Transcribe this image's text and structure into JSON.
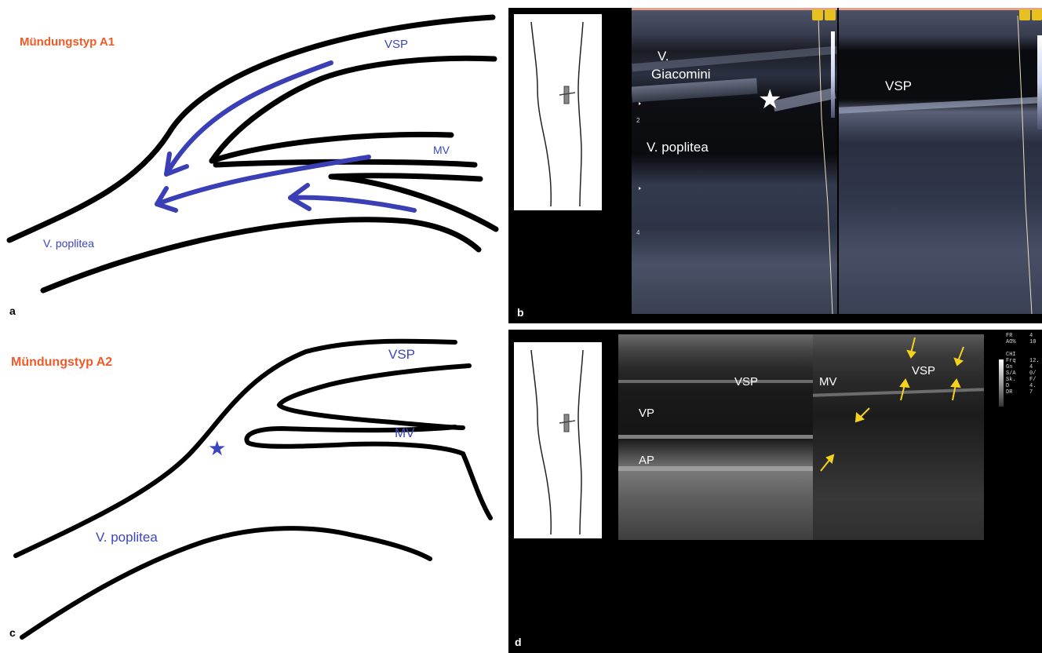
{
  "panel_a": {
    "title": "Mündungstyp A1",
    "label_vsp": "VSP",
    "label_mv": "MV",
    "label_vpop": "V. poplitea",
    "letter": "a"
  },
  "panel_b": {
    "letter": "b",
    "label_vg_1": "V.",
    "label_vg_2": "Giacomini",
    "label_vpop": "V. poplitea",
    "label_vsp": "VSP",
    "depth_2": "2",
    "depth_4": "4"
  },
  "panel_c": {
    "title": "Mündungstyp A2",
    "label_vsp": "VSP",
    "label_mv": "MV",
    "label_vpop": "V. poplitea",
    "letter": "c"
  },
  "panel_d": {
    "letter": "d",
    "label_vsp_left": "VSP",
    "label_mv": "MV",
    "label_vsp_right": "VSP",
    "label_vp": "VP",
    "label_ap": "AP",
    "readout": "FR\nAO%\n\nCHI\nFrq\nGn\nS/A\nSk.\nD\nDR",
    "readout_vals": "4\n10\n\n\n12.\n4\n0/\nF/\n4.\n7"
  },
  "colors": {
    "title_orange": "#f05a28",
    "label_blue": "#3a45c0",
    "arrow_blue": "#3a3fb5",
    "arrow_yellow": "#f5d21e"
  }
}
